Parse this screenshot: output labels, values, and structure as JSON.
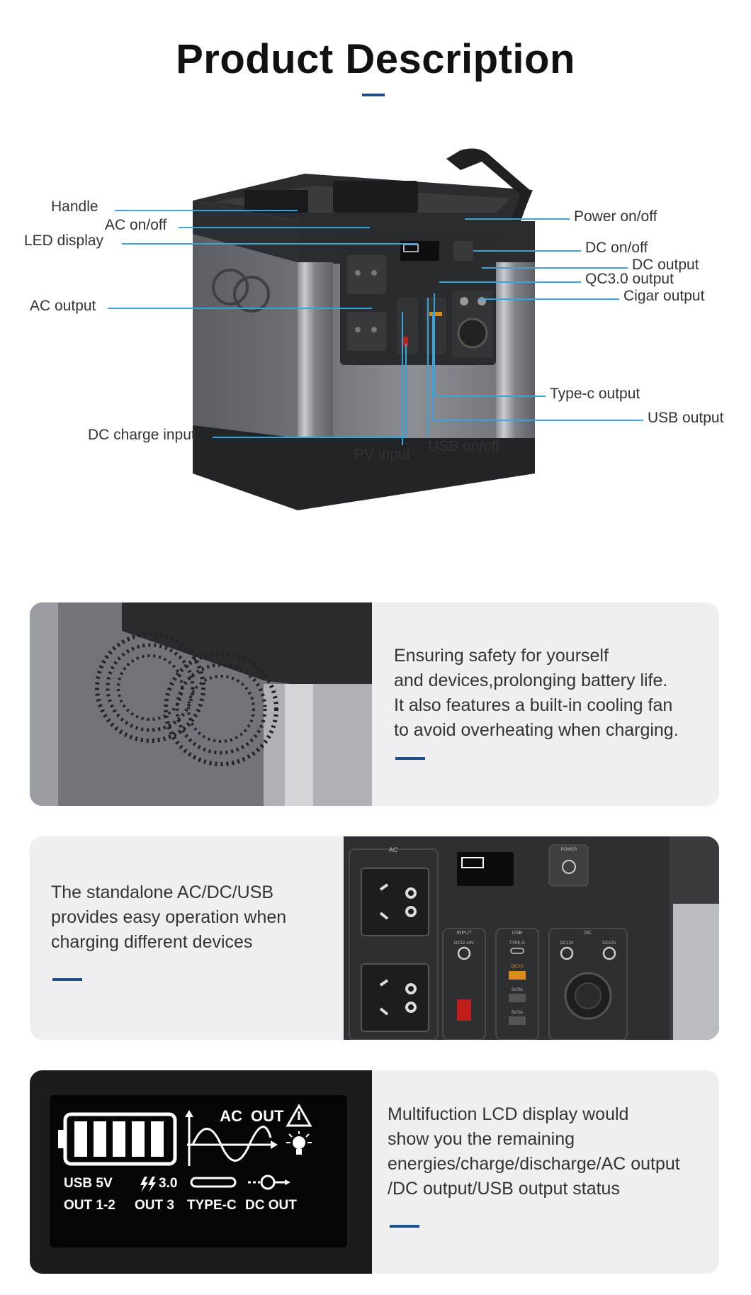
{
  "page_title": "Product Description",
  "colors": {
    "accent": "#1d4f8c",
    "leader": "#3ba3d9",
    "card_bg": "#efeff1"
  },
  "callouts": {
    "handle": "Handle",
    "ac_onoff": "AC on/off",
    "led_display": "LED display",
    "ac_output": "AC output",
    "dc_charge_input": "DC charge input",
    "pv_input": "PV input",
    "usb_onoff": "USB on/off",
    "power_onoff": "Power on/off",
    "dc_onoff": "DC on/off",
    "dc_output": "DC output",
    "qc_output": "QC3.0 output",
    "cigar_output": "Cigar output",
    "typec_output": "Type-c output",
    "usb_output": "USB output"
  },
  "features": [
    {
      "lines": [
        "Ensuring safety for yourself",
        "and devices,prolonging battery life.",
        "It also features a built-in cooling fan",
        "to avoid overheating when charging."
      ]
    },
    {
      "lines": [
        "The standalone AC/DC/USB",
        "provides easy operation when",
        "charging different devices"
      ]
    },
    {
      "lines": [
        "Multifuction LCD display would",
        "show you the remaining",
        "energies/charge/discharge/AC output",
        "/DC output/USB output status"
      ]
    }
  ],
  "panel_labels": {
    "ac": "AC",
    "power": "POWER",
    "input": "INPUT",
    "input_spec": "DC12-24V",
    "usb": "USB",
    "typec": "TYPE-C",
    "qc": "QC3.0",
    "usb_a1": "5V/2A",
    "usb_a2": "5V/2A",
    "dc": "DC",
    "dc1": "DC12V",
    "dc2": "DC12V"
  },
  "lcd": {
    "ac": "AC",
    "out": "OUT",
    "usb_line1": "USB 5V",
    "usb_line2": "OUT 1-2",
    "qc_line1": "3.0",
    "qc_line2": "OUT 3",
    "typec": "TYPE-C",
    "dcout": "DC OUT"
  }
}
